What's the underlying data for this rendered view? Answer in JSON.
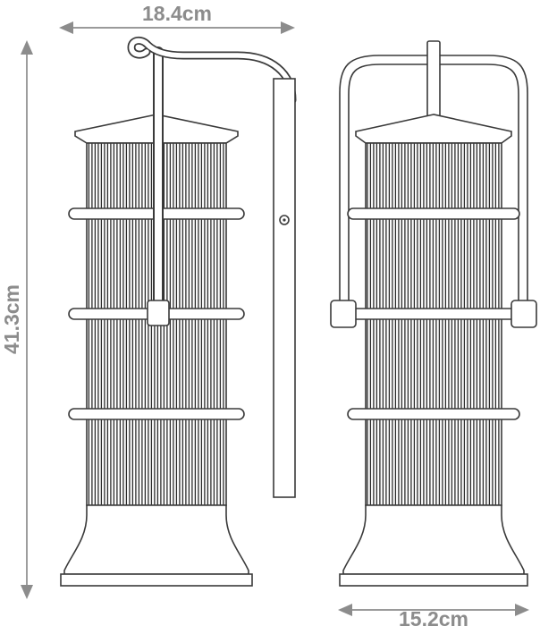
{
  "dims": {
    "top": {
      "label": "18.4cm"
    },
    "left": {
      "label": "41.3cm"
    },
    "bottom": {
      "label": "15.2cm"
    }
  },
  "colors": {
    "line": "#3a3a3a",
    "ribs": "#2b2b2b",
    "dimension": "#8c8c8c",
    "background": "#ffffff"
  }
}
